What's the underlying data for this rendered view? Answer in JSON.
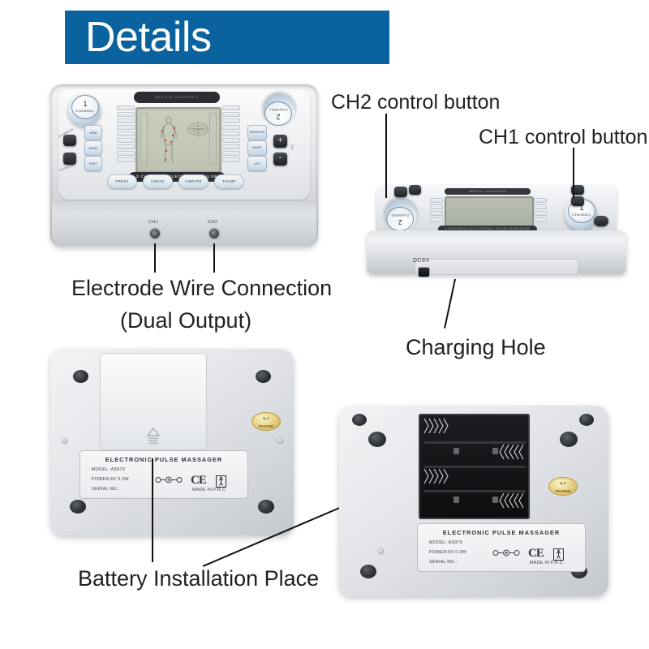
{
  "header": {
    "title": "Details",
    "banner_color": "#0a639e",
    "text_color": "#ffffff"
  },
  "callouts": [
    {
      "id": "ch2-control",
      "text": "CH2 control button"
    },
    {
      "id": "ch1-control",
      "text": "CH1 control button"
    },
    {
      "id": "electrode-wire",
      "text": "Electrode Wire Connection"
    },
    {
      "id": "dual-output",
      "text": "(Dual Output)"
    },
    {
      "id": "charging-hole",
      "text": "Charging Hole"
    },
    {
      "id": "battery-place",
      "text": "Battery Installation Place"
    }
  ],
  "device_main": {
    "display_header": "MEDICAL DIAGNOSIS",
    "display_footer": "2 CHANNELS ELECTRONIC PULSE MASSAGER",
    "lcd_timer_label": "TIMER",
    "knob_left": {
      "number": "1",
      "label": "CHANNEL"
    },
    "knob_right": {
      "number": "2",
      "label": "CHANNEL"
    },
    "left_black_buttons": [
      "SLIMMING",
      "FITNESS"
    ],
    "left_blue_buttons": [
      "ARM",
      "JOINT",
      "FEET"
    ],
    "right_blue_buttons": [
      "SHOULDER",
      "WAIST",
      "LEG"
    ],
    "right_black_buttons": [
      "+",
      "-"
    ],
    "right_black_label": "INT",
    "mode_buttons": [
      "PRESS",
      "KNEAD",
      "VIBRATE",
      "THUMP"
    ],
    "output_ports": [
      "CH1",
      "CH2"
    ]
  },
  "device_side": {
    "display_header": "MEDICAL DIAGNOSIS",
    "display_footer": "2 CHANNELS ELECTRONIC PULSE MASSAGER",
    "dc_port_label": "DC6V",
    "knob_left": {
      "number": "2",
      "label": "CHANNEL"
    },
    "knob_right": {
      "number": "1",
      "label": "CHANNEL"
    }
  },
  "spec_plate": {
    "title": "ELECTRONIC PULSE MASSAGER",
    "model": "MODEL: AS979",
    "power": "POWER:6V   0.3W",
    "serial": "SERIAL NO.:",
    "origin": "MADE IN P.R.C",
    "ce_mark": "CE"
  },
  "qc_sticker": {
    "line1": "Q.C",
    "line2": "PASSED"
  },
  "battery": {
    "cell_count": 4,
    "compartment_label": "Battery Installation Place"
  },
  "colors": {
    "banner": "#0a639e",
    "text": "#231f20",
    "device_body": "#dfe2e6",
    "lcd": "#c4c9b9",
    "black_button": "#1d2024",
    "blue_button": "#dbe6f0",
    "qc_gold": "#caa94e",
    "acupoint_red": "#c0392b"
  }
}
